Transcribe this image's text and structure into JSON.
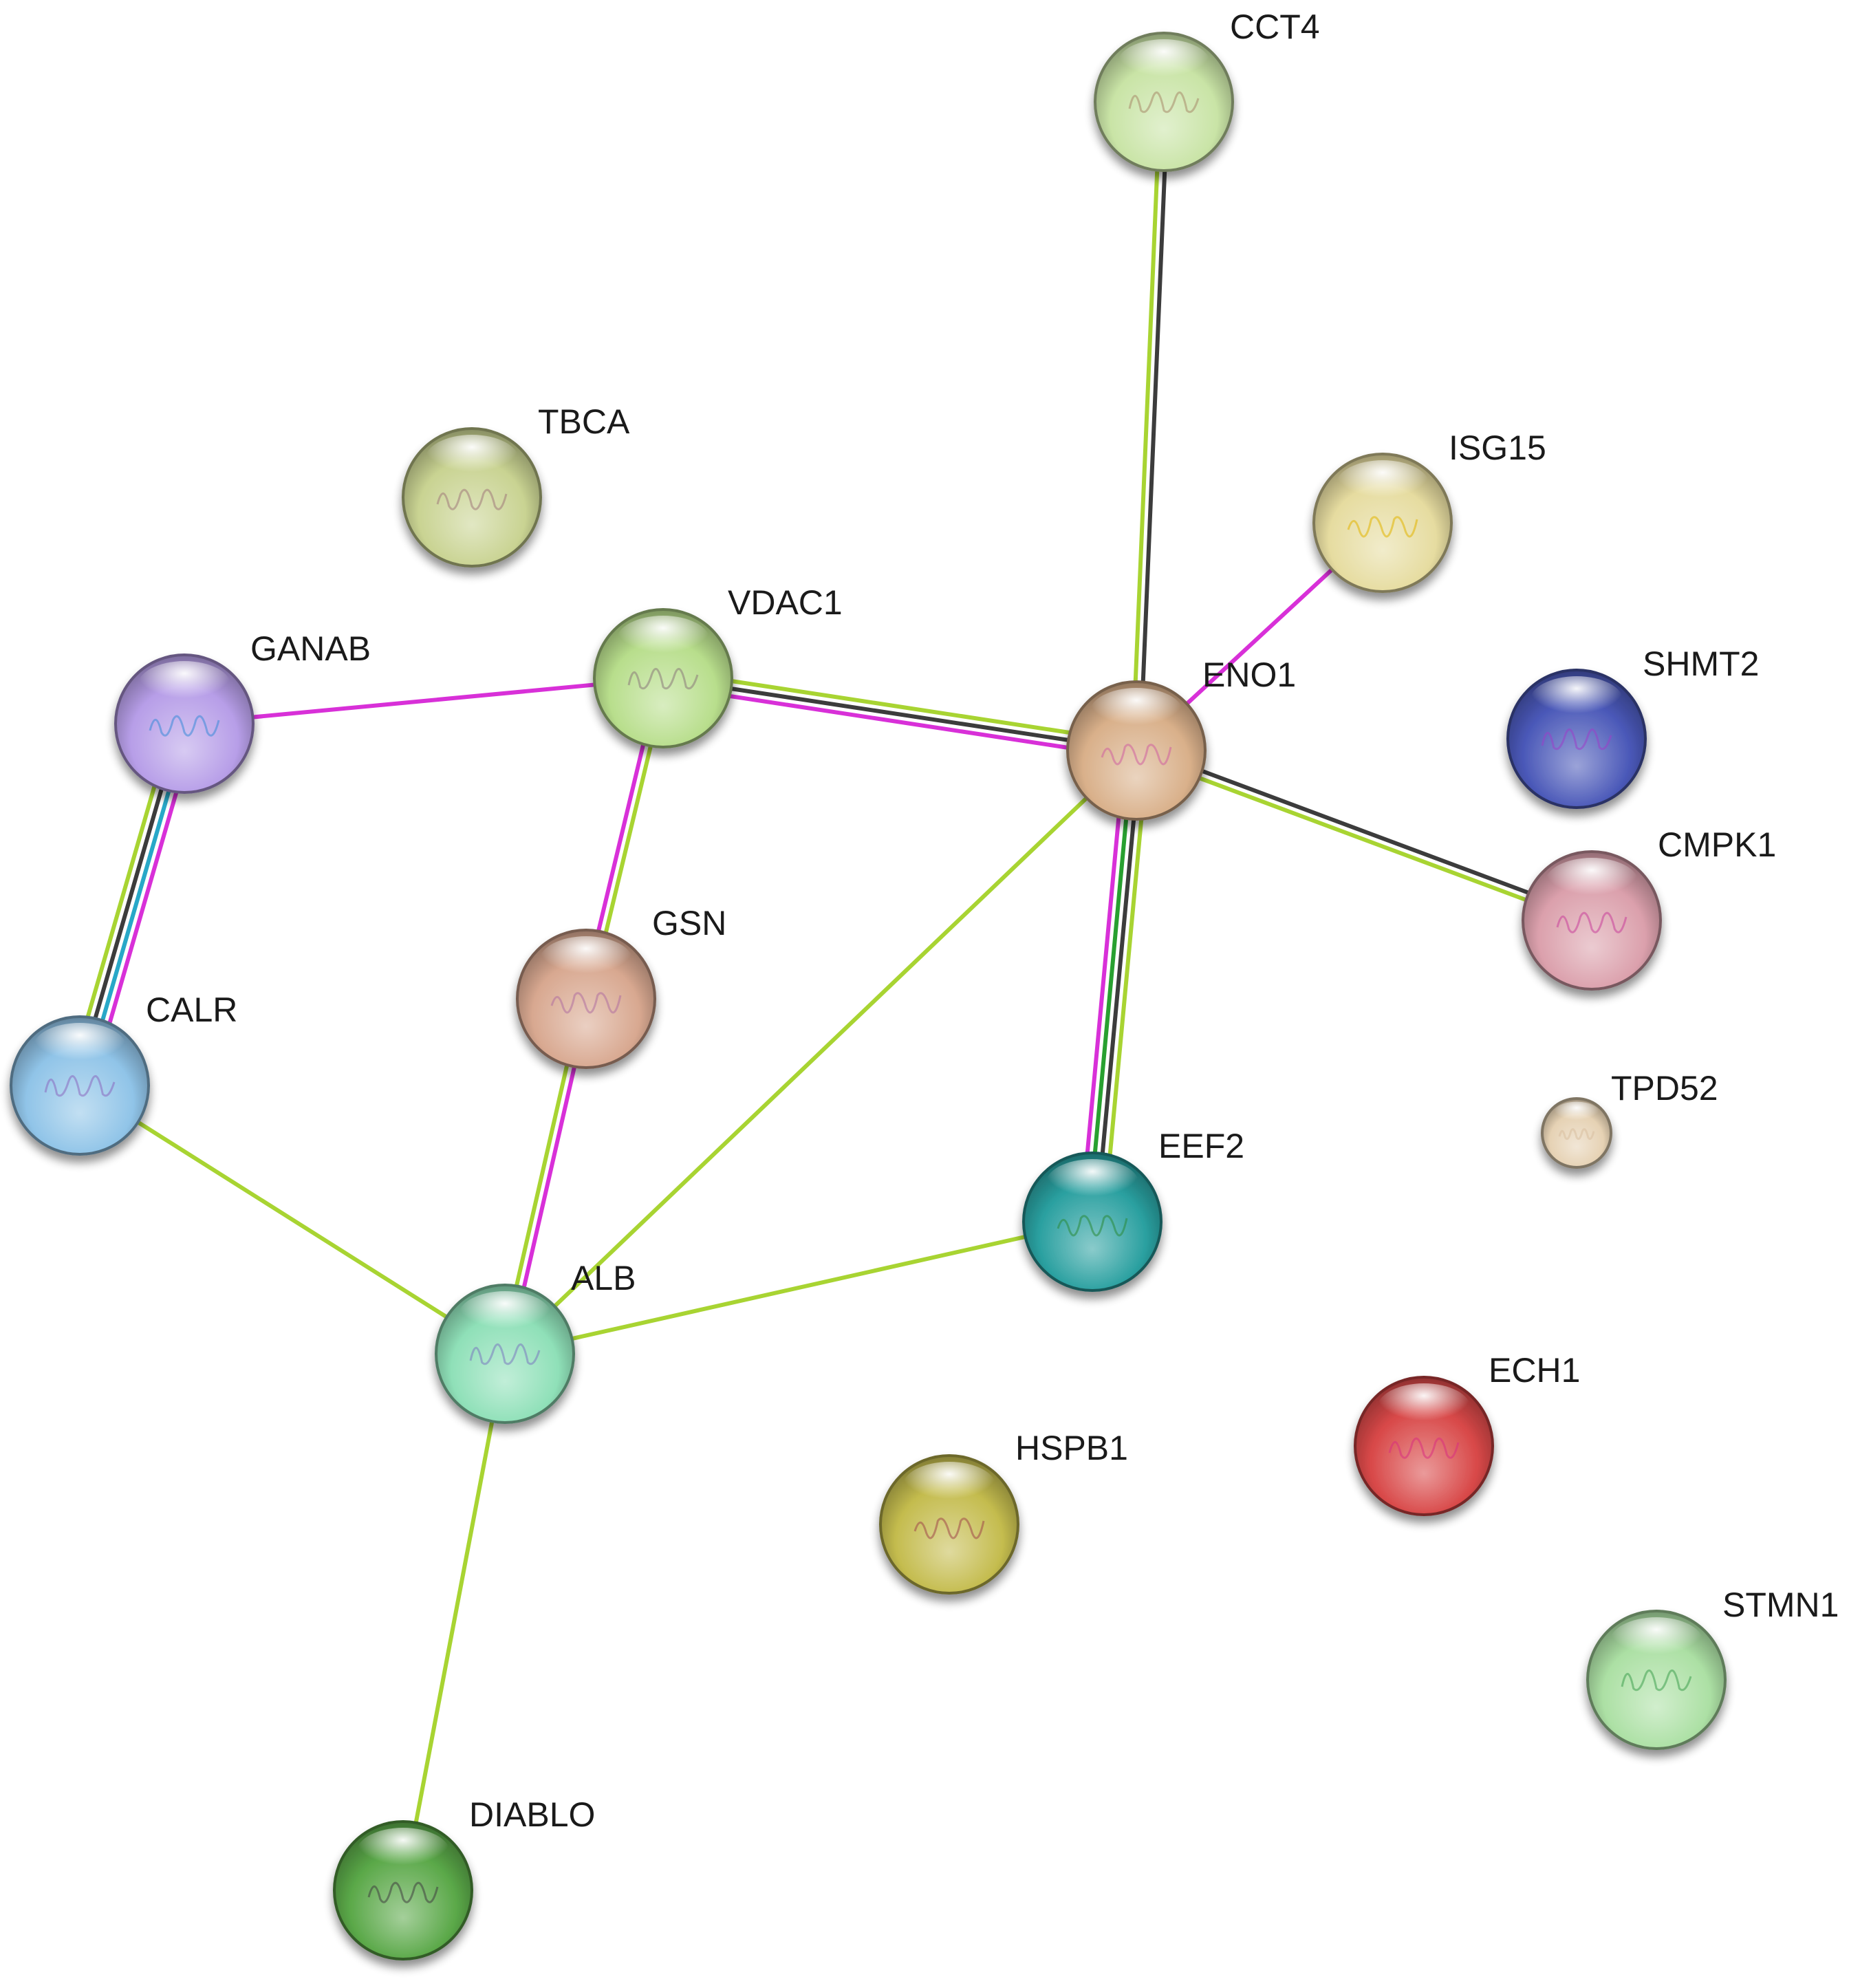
{
  "nodes": [
    {
      "id": "CCT4",
      "label": "CCT4",
      "color": "#c9e4a6",
      "structure_color": "#a88b6a"
    },
    {
      "id": "TBCA",
      "label": "TBCA",
      "color": "#c9d392",
      "structure_color": "#a07a7a"
    },
    {
      "id": "ISG15",
      "label": "ISG15",
      "color": "#e6dca0",
      "structure_color": "#e2b400"
    },
    {
      "id": "VDAC1",
      "label": "VDAC1",
      "color": "#b8de8c",
      "structure_color": "#8a7a7a"
    },
    {
      "id": "GANAB",
      "label": "GANAB",
      "color": "#b79ee8",
      "structure_color": "#3a8ad8"
    },
    {
      "id": "ENO1",
      "label": "ENO1",
      "color": "#d9b08a",
      "structure_color": "#d060a0"
    },
    {
      "id": "SHMT2",
      "label": "SHMT2",
      "color": "#4a58b8",
      "structure_color": "#9a40c8"
    },
    {
      "id": "CMPK1",
      "label": "CMPK1",
      "color": "#dba0ac",
      "structure_color": "#c8409a"
    },
    {
      "id": "GSN",
      "label": "GSN",
      "color": "#d8a890",
      "structure_color": "#b070a0"
    },
    {
      "id": "CALR",
      "label": "CALR",
      "color": "#90c4e8",
      "structure_color": "#8a6ac0"
    },
    {
      "id": "TPD52",
      "label": "TPD52",
      "color": "#e6d2b4",
      "structure_color": "#d8c0a0"
    },
    {
      "id": "EEF2",
      "label": "EEF2",
      "color": "#2aa0a0",
      "structure_color": "#2a8a3a"
    },
    {
      "id": "ALB",
      "label": "ALB",
      "color": "#8fe0b8",
      "structure_color": "#7a7ac0"
    },
    {
      "id": "ECH1",
      "label": "ECH1",
      "color": "#d84848",
      "structure_color": "#d83080"
    },
    {
      "id": "HSPB1",
      "label": "HSPB1",
      "color": "#c4bc4e",
      "structure_color": "#a04848"
    },
    {
      "id": "STMN1",
      "label": "STMN1",
      "color": "#ace0a4",
      "structure_color": "#40a050"
    },
    {
      "id": "DIABLO",
      "label": "DIABLO",
      "color": "#5aa848",
      "structure_color": "#404040"
    }
  ],
  "edges": [
    {
      "source": "CCT4",
      "target": "ENO1",
      "colors": [
        "#3c3c3c",
        "#a8d432"
      ]
    },
    {
      "source": "ISG15",
      "target": "ENO1",
      "colors": [
        "#d830d8"
      ]
    },
    {
      "source": "GANAB",
      "target": "VDAC1",
      "colors": [
        "#d830d8"
      ]
    },
    {
      "source": "VDAC1",
      "target": "ENO1",
      "colors": [
        "#a8d432",
        "#3c3c3c",
        "#d830d8"
      ]
    },
    {
      "source": "GANAB",
      "target": "CALR",
      "colors": [
        "#d830d8",
        "#28a8c8",
        "#3c3c3c",
        "#a8d432"
      ]
    },
    {
      "source": "VDAC1",
      "target": "GSN",
      "colors": [
        "#a8d432",
        "#d830d8"
      ]
    },
    {
      "source": "ENO1",
      "target": "CMPK1",
      "colors": [
        "#3c3c3c",
        "#a8d432"
      ]
    },
    {
      "source": "ENO1",
      "target": "EEF2",
      "colors": [
        "#a8d432",
        "#3c3c3c",
        "#28a030",
        "#d830d8"
      ]
    },
    {
      "source": "ENO1",
      "target": "ALB",
      "colors": [
        "#a8d432"
      ]
    },
    {
      "source": "GSN",
      "target": "ALB",
      "colors": [
        "#d830d8",
        "#a8d432"
      ]
    },
    {
      "source": "CALR",
      "target": "ALB",
      "colors": [
        "#a8d432"
      ]
    },
    {
      "source": "EEF2",
      "target": "ALB",
      "colors": [
        "#a8d432"
      ]
    },
    {
      "source": "ALB",
      "target": "DIABLO",
      "colors": [
        "#a8d432"
      ]
    }
  ]
}
